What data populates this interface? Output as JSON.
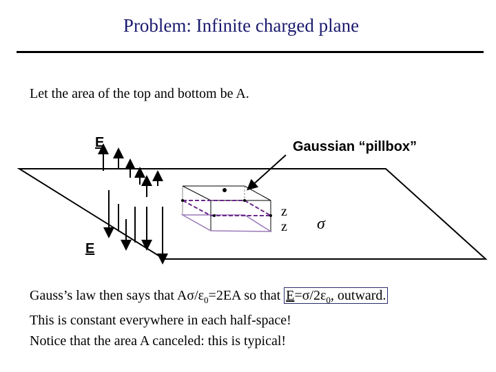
{
  "title": "Problem: Infinite charged plane",
  "intro": "Let the area of the top and bottom be A.",
  "diagram": {
    "e_top": "E",
    "e_bottom": "E",
    "pillbox_label": "Gaussian “pillbox”",
    "z_top": "z",
    "z_bottom": "z",
    "sigma": "σ"
  },
  "gauss": {
    "prefix": "Gauss’s law then says that  Aσ/ε",
    "sub0": "0",
    "mid": "=2EA so that ",
    "boxed_e": "E",
    "boxed_rest": "=σ/2ε",
    "boxed_sub": "0",
    "boxed_tail": ", outward."
  },
  "line2": "This is constant everywhere in each half-space!",
  "line3": "Notice that the area A canceled: this is typical!"
}
